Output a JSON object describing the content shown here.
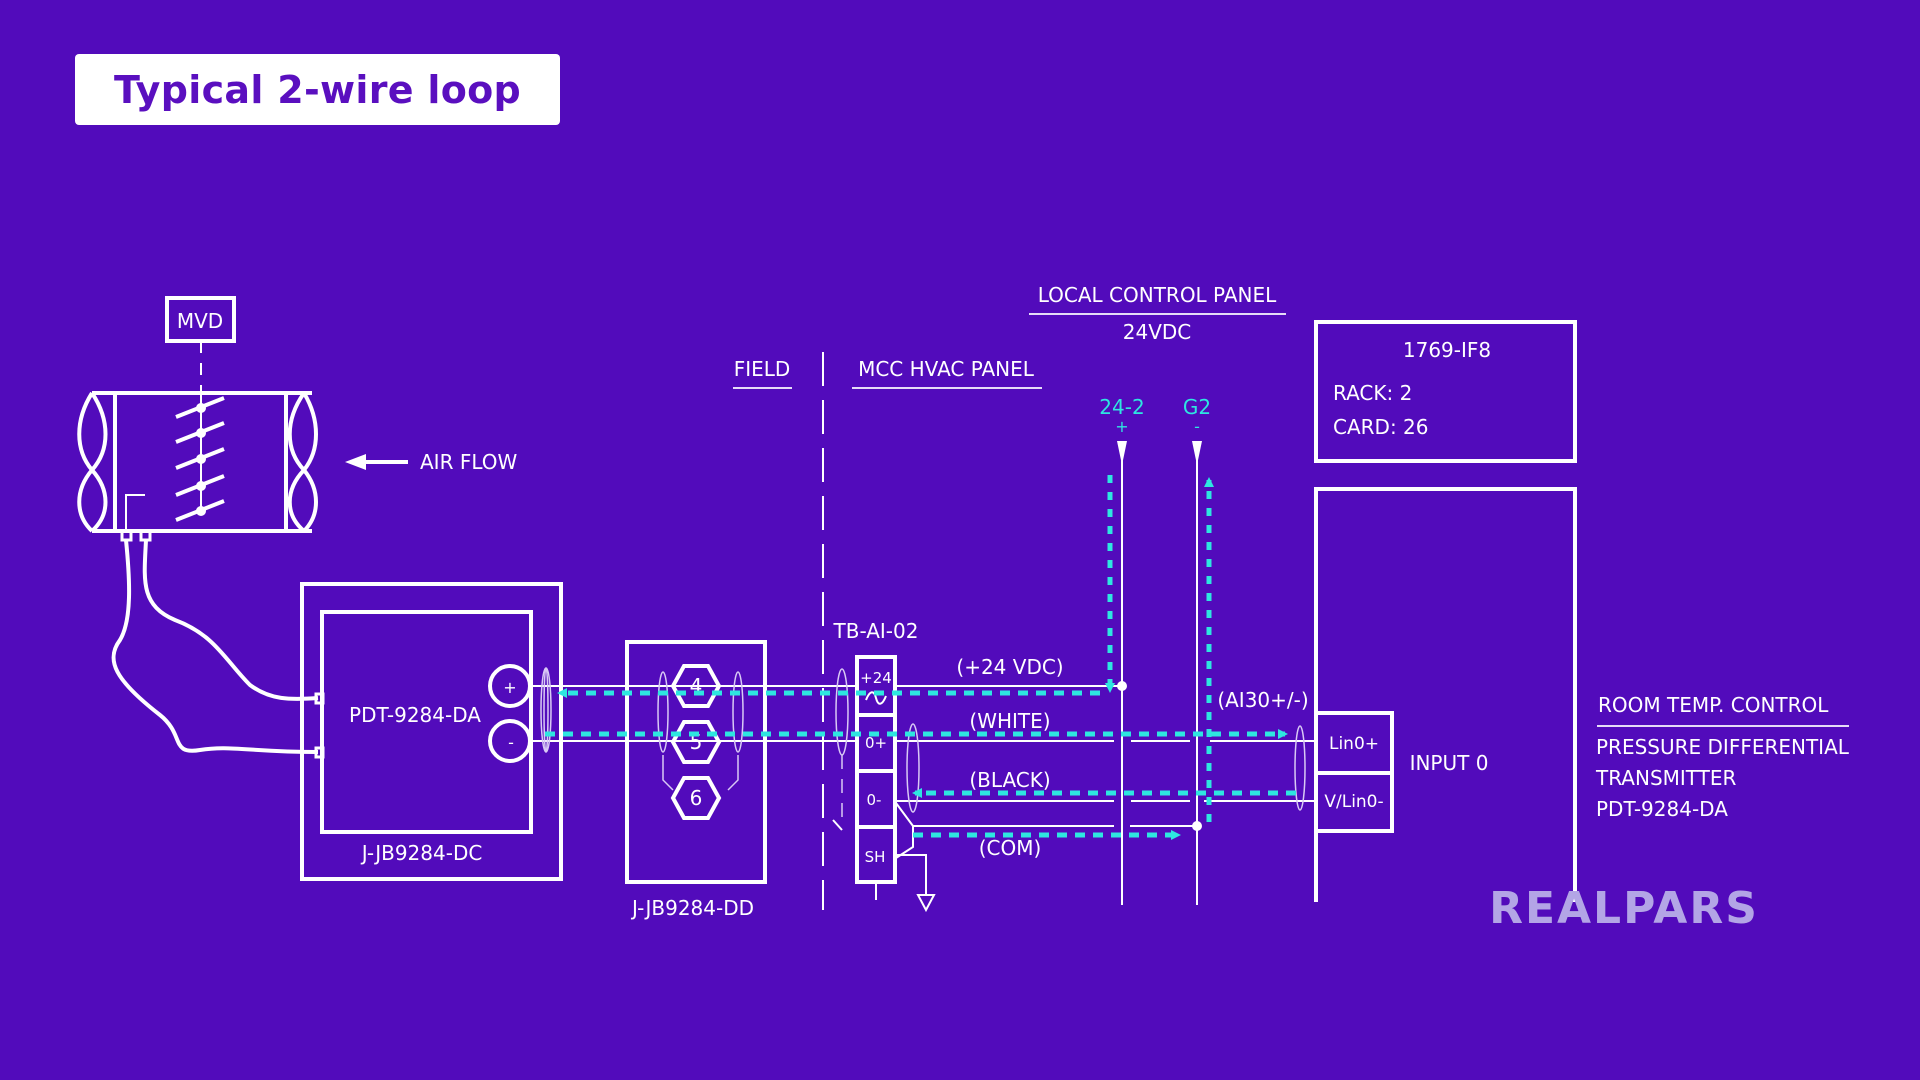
{
  "title": "Typical 2-wire loop",
  "colors": {
    "background": "#520bbb",
    "line": "#ffffff",
    "signal_flow": "#2ee6e0",
    "logo": "#b3a5e6",
    "title_text": "#5a0fbf"
  },
  "damper": {
    "actuator_label": "MVD",
    "air_flow_label": "AIR FLOW"
  },
  "transmitter": {
    "tag": "PDT-9284-DA",
    "plus_terminal": "+",
    "minus_terminal": "-",
    "enclosure_label": "J-JB9284-DC"
  },
  "junction_box": {
    "label": "J-JB9284-DD",
    "terminals": [
      "4",
      "5",
      "6"
    ]
  },
  "zones": {
    "field": "FIELD",
    "mcc": "MCC HVAC PANEL",
    "local_panel": "LOCAL CONTROL PANEL",
    "local_panel_voltage": "24VDC"
  },
  "terminal_block": {
    "label": "TB-AI-02",
    "terminals": [
      "+24",
      "0+",
      "0-",
      "SH"
    ]
  },
  "power_rails": {
    "positive": {
      "name": "24-2",
      "polarity": "+"
    },
    "negative": {
      "name": "G2",
      "polarity": "-"
    }
  },
  "wires": {
    "supply": "(+24 VDC)",
    "white": "(WHITE)",
    "black": "(BLACK)",
    "common": "(COM)",
    "analog_input": "(AI30+/-)"
  },
  "plc_card": {
    "model": "1769-IF8",
    "rack": "RACK: 2",
    "card": "CARD: 26",
    "input_plus": "Lin0+",
    "input_minus": "V/Lin0-",
    "input_label": "INPUT 0"
  },
  "description": {
    "heading": "ROOM TEMP. CONTROL",
    "lines": [
      "PRESSURE DIFFERENTIAL",
      "TRANSMITTER",
      "PDT-9284-DA"
    ]
  },
  "logo": "REALPARS"
}
